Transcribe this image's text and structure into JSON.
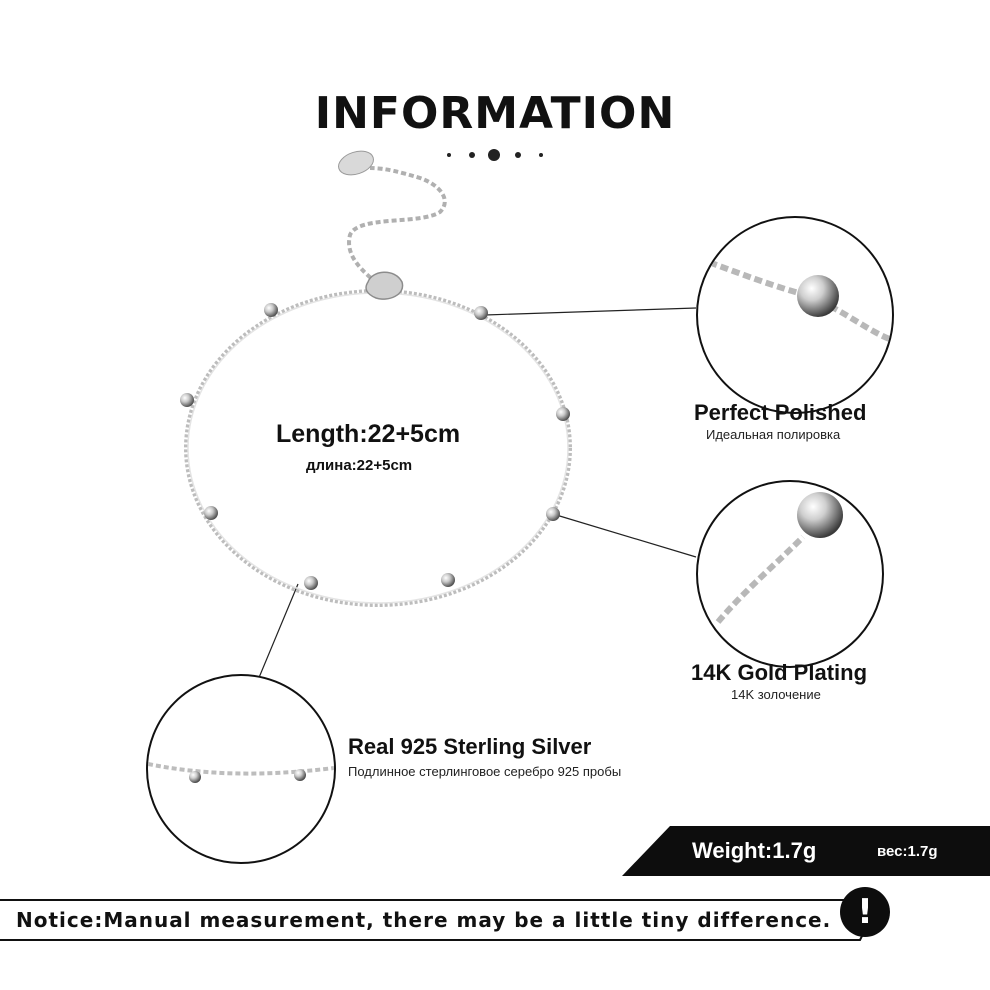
{
  "header": {
    "title": "INFORMATION"
  },
  "bracelet": {
    "length_label": "Length:22+5cm",
    "length_label_ru": "длина:22+5cm"
  },
  "features": [
    {
      "title": "Perfect  Polished",
      "subtitle": "Идеальная полировка"
    },
    {
      "title": "14K Gold Plating",
      "subtitle": "14K золочение"
    },
    {
      "title": "Real 925  Sterling  Silver",
      "subtitle": "Подлинное стерлинговое серебро 925 пробы"
    }
  ],
  "weight": {
    "label": "Weight:1.7g",
    "label_ru": "вес:1.7g"
  },
  "notice": {
    "text": "Notice:Manual measurement, there may be a little tiny difference.",
    "badge": "!"
  },
  "colors": {
    "text": "#111111",
    "banner": "#0d0d0d",
    "silver": "#c8c8c8"
  }
}
